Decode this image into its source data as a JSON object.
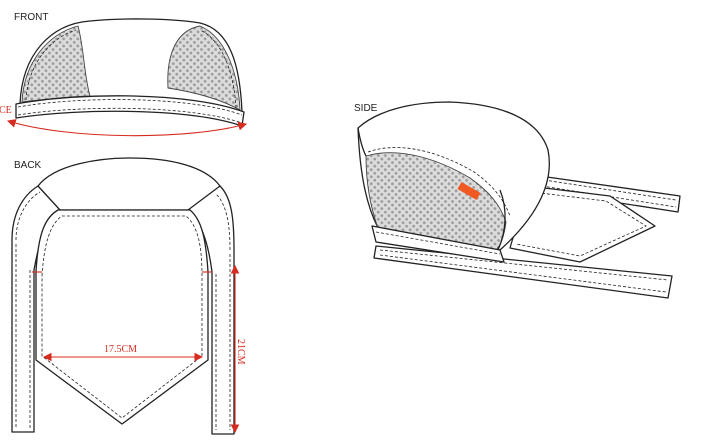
{
  "views": {
    "front": {
      "label": "FRONT",
      "side_label": "CE"
    },
    "back": {
      "label": "BACK",
      "dim_width": "17.5CM",
      "dim_height": "21CM"
    },
    "side": {
      "label": "SIDE"
    }
  },
  "colors": {
    "line": "#222222",
    "dimension": "#d62b1f",
    "mesh": "#bfbfbf",
    "label_tag": "#f05a22"
  }
}
